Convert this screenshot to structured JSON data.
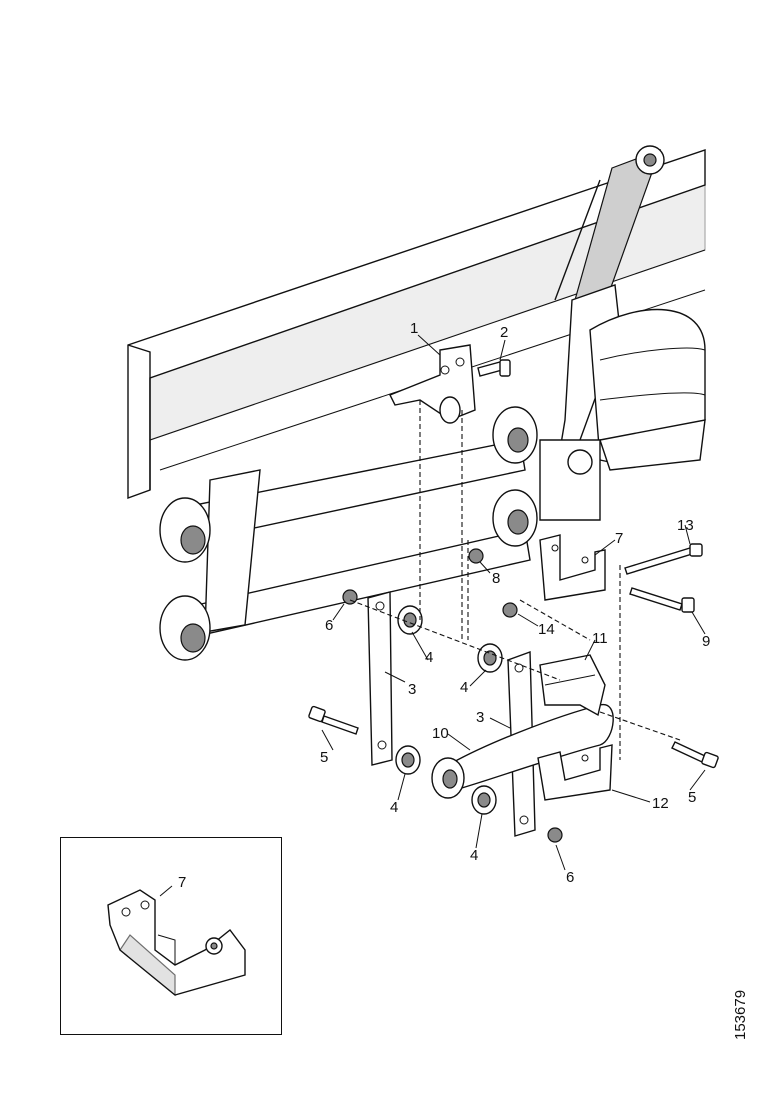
{
  "reference_number": "153679",
  "callouts": {
    "c1": "1",
    "c2": "2",
    "c3a": "3",
    "c3b": "3",
    "c4a": "4",
    "c4b": "4",
    "c4c": "4",
    "c4d": "4",
    "c5a": "5",
    "c5b": "5",
    "c6a": "6",
    "c6b": "6",
    "c7": "7",
    "c8": "8",
    "c9": "9",
    "c10": "10",
    "c11": "11",
    "c12": "12",
    "c13": "13",
    "c14": "14",
    "inset7": "7"
  }
}
